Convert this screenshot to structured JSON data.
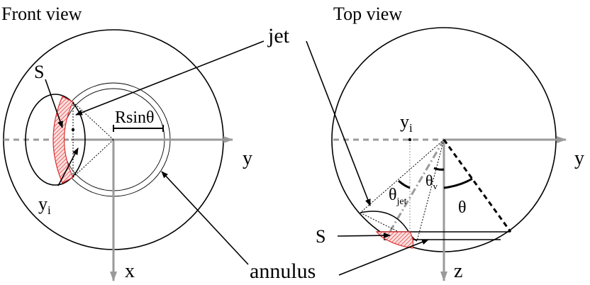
{
  "front": {
    "title": "Front view",
    "label_S": "S",
    "label_y": "y",
    "label_x": "x",
    "label_yi_main": "y",
    "label_yi_sub": "i",
    "label_rsin": "Rsinθ"
  },
  "top": {
    "title": "Top view",
    "label_y": "y",
    "label_z": "z",
    "label_yi_main": "y",
    "label_yi_sub": "i",
    "label_S": "S",
    "label_theta": "θ",
    "label_theta_jet_main": "θ",
    "label_theta_jet_sub": "jet",
    "label_theta_v_main": "θ",
    "label_theta_v_sub": "v"
  },
  "shared": {
    "label_jet": "jet",
    "label_annulus": "annulus"
  },
  "colors": {
    "axis": "#9a9a9a",
    "ink": "#000000",
    "hatch": "#e03030"
  }
}
